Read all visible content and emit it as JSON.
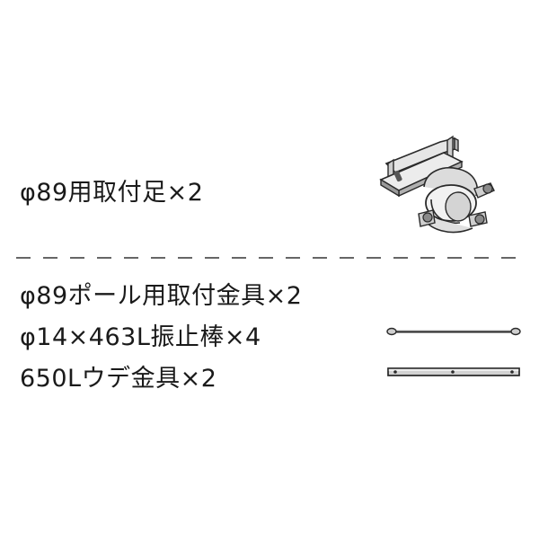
{
  "parts": [
    {
      "label": "φ89用取付足×2",
      "icon": "mounting-foot-bracket-icon"
    },
    {
      "label": "φ89ポール用取付金具×2",
      "icon": "pole-clamp-fitting"
    },
    {
      "label": "φ14×463L振止棒×4",
      "icon": "anti-sway-rod-icon"
    },
    {
      "label": "650Lウデ金具×2",
      "icon": "arm-bracket-bar-icon"
    }
  ],
  "divider_style": "dashed",
  "colors": {
    "text": "#1a1a1a",
    "divider": "#333333",
    "metal_light": "#e6e6e6",
    "metal_mid": "#c8c8c8",
    "metal_dark": "#7a7a7a",
    "outline": "#2a2a2a"
  }
}
